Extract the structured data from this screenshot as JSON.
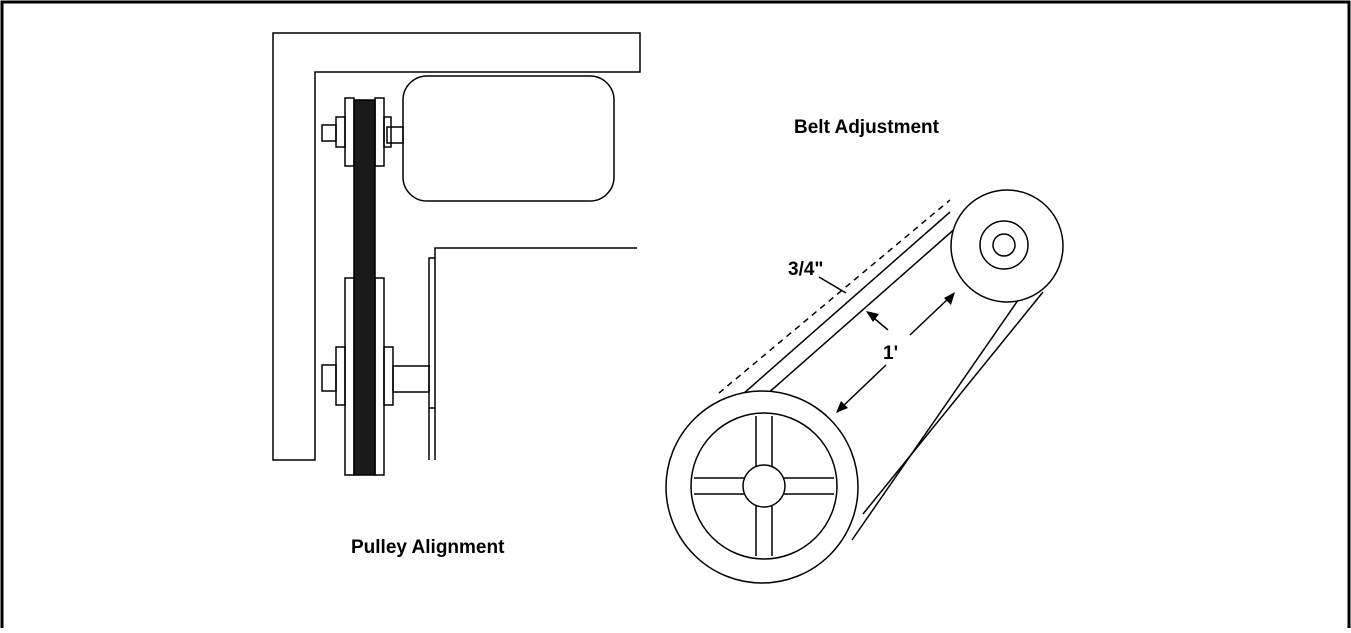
{
  "labels": {
    "belt_adjustment": "Belt Adjustment",
    "pulley_alignment": "Pulley Alignment",
    "deflection": "3/4\"",
    "span": "1'"
  },
  "colors": {
    "stroke": "#000000",
    "belt_fill": "#1a1a1a",
    "background": "#ffffff"
  }
}
